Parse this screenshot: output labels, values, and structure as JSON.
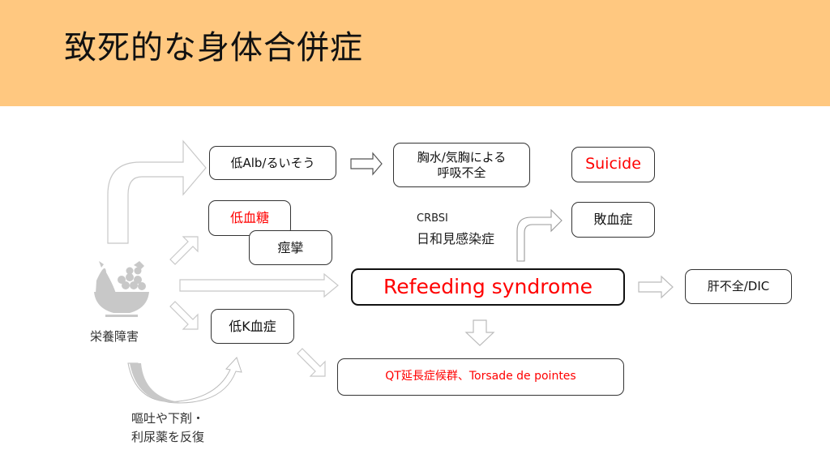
{
  "slide": {
    "title": "致死的な身体合併症",
    "header_color": "#ffc880"
  },
  "nodes": {
    "source_label": "栄養障害",
    "source_icon": "fruit-bowl-icon",
    "hypoalbumin": "低Alb/るいそう",
    "resp_failure_line1": "胸水/気胸による",
    "resp_failure_line2": "呼吸不全",
    "suicide": "Suicide",
    "hypoglycemia": "低血糖",
    "seizure": "痙攣",
    "infection_line1": "CRBSI",
    "infection_line2": "日和見感染症",
    "sepsis": "敗血症",
    "refeeding": "Refeeding syndrome",
    "liver_failure": "肝不全/DIC",
    "hypokalemia": "低K血症",
    "qt_prolong": "QT延長症候群、Torsade de pointes",
    "vomit_line1": "嘔吐や下剤・",
    "vomit_line2": "利尿薬を反復"
  },
  "colors": {
    "highlight_text": "#ff0000",
    "arrow_outline": "#bfbfbf",
    "icon_gray": "#c8c8c8"
  }
}
